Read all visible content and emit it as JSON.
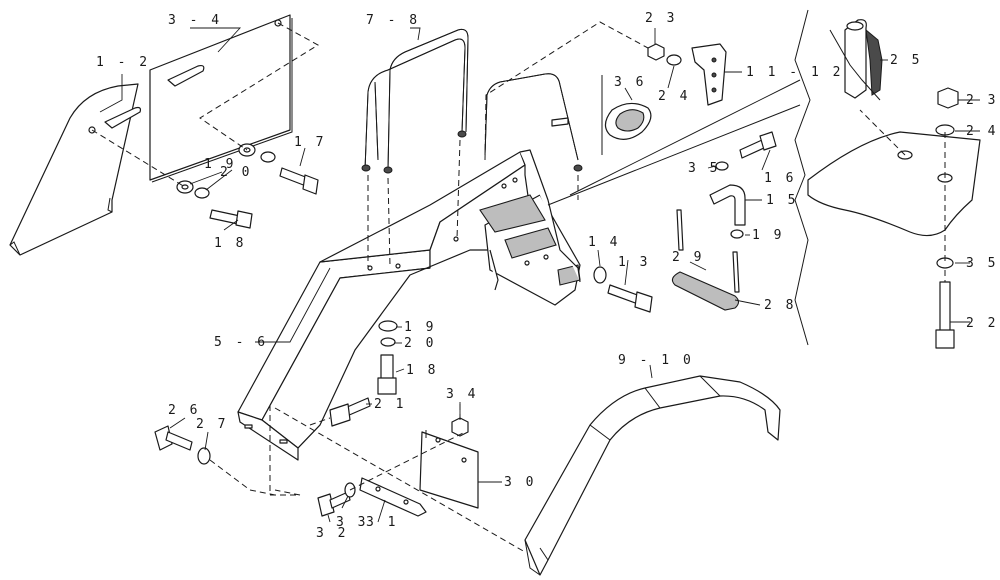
{
  "callouts": [
    {
      "id": "c12",
      "text": "1 - 2"
    },
    {
      "id": "c34",
      "text": "3 - 4"
    },
    {
      "id": "c78",
      "text": "7 - 8"
    },
    {
      "id": "c23a",
      "text": "2 3"
    },
    {
      "id": "c24a",
      "text": "2 4"
    },
    {
      "id": "c1112",
      "text": "1 1 - 1 2"
    },
    {
      "id": "c25",
      "text": "2 5"
    },
    {
      "id": "c23b",
      "text": "2 3"
    },
    {
      "id": "c24b",
      "text": "2 4"
    },
    {
      "id": "c36",
      "text": "3 6"
    },
    {
      "id": "c35a",
      "text": "3 5"
    },
    {
      "id": "c16",
      "text": "1 6"
    },
    {
      "id": "c15",
      "text": "1 5"
    },
    {
      "id": "c19b",
      "text": "1 9"
    },
    {
      "id": "c29",
      "text": "2 9"
    },
    {
      "id": "c28",
      "text": "2 8"
    },
    {
      "id": "c35b",
      "text": "3 5"
    },
    {
      "id": "c22",
      "text": "2 2"
    },
    {
      "id": "c19a",
      "text": "1 9"
    },
    {
      "id": "c20a",
      "text": "2 0"
    },
    {
      "id": "c17",
      "text": "1 7"
    },
    {
      "id": "c18a",
      "text": "1 8"
    },
    {
      "id": "c14",
      "text": "1 4"
    },
    {
      "id": "c13",
      "text": "1 3"
    },
    {
      "id": "c56",
      "text": "5 - 6"
    },
    {
      "id": "c19c",
      "text": "1 9"
    },
    {
      "id": "c20b",
      "text": "2 0"
    },
    {
      "id": "c18b",
      "text": "1 8"
    },
    {
      "id": "c910",
      "text": "9 - 1 0"
    },
    {
      "id": "c21",
      "text": "2 1"
    },
    {
      "id": "c34n",
      "text": "3 4"
    },
    {
      "id": "c26",
      "text": "2 6"
    },
    {
      "id": "c27",
      "text": "2 7"
    },
    {
      "id": "c30",
      "text": "3 0"
    },
    {
      "id": "c32",
      "text": "3 2"
    },
    {
      "id": "c33",
      "text": "3 3"
    },
    {
      "id": "c31",
      "text": "3 1"
    }
  ]
}
